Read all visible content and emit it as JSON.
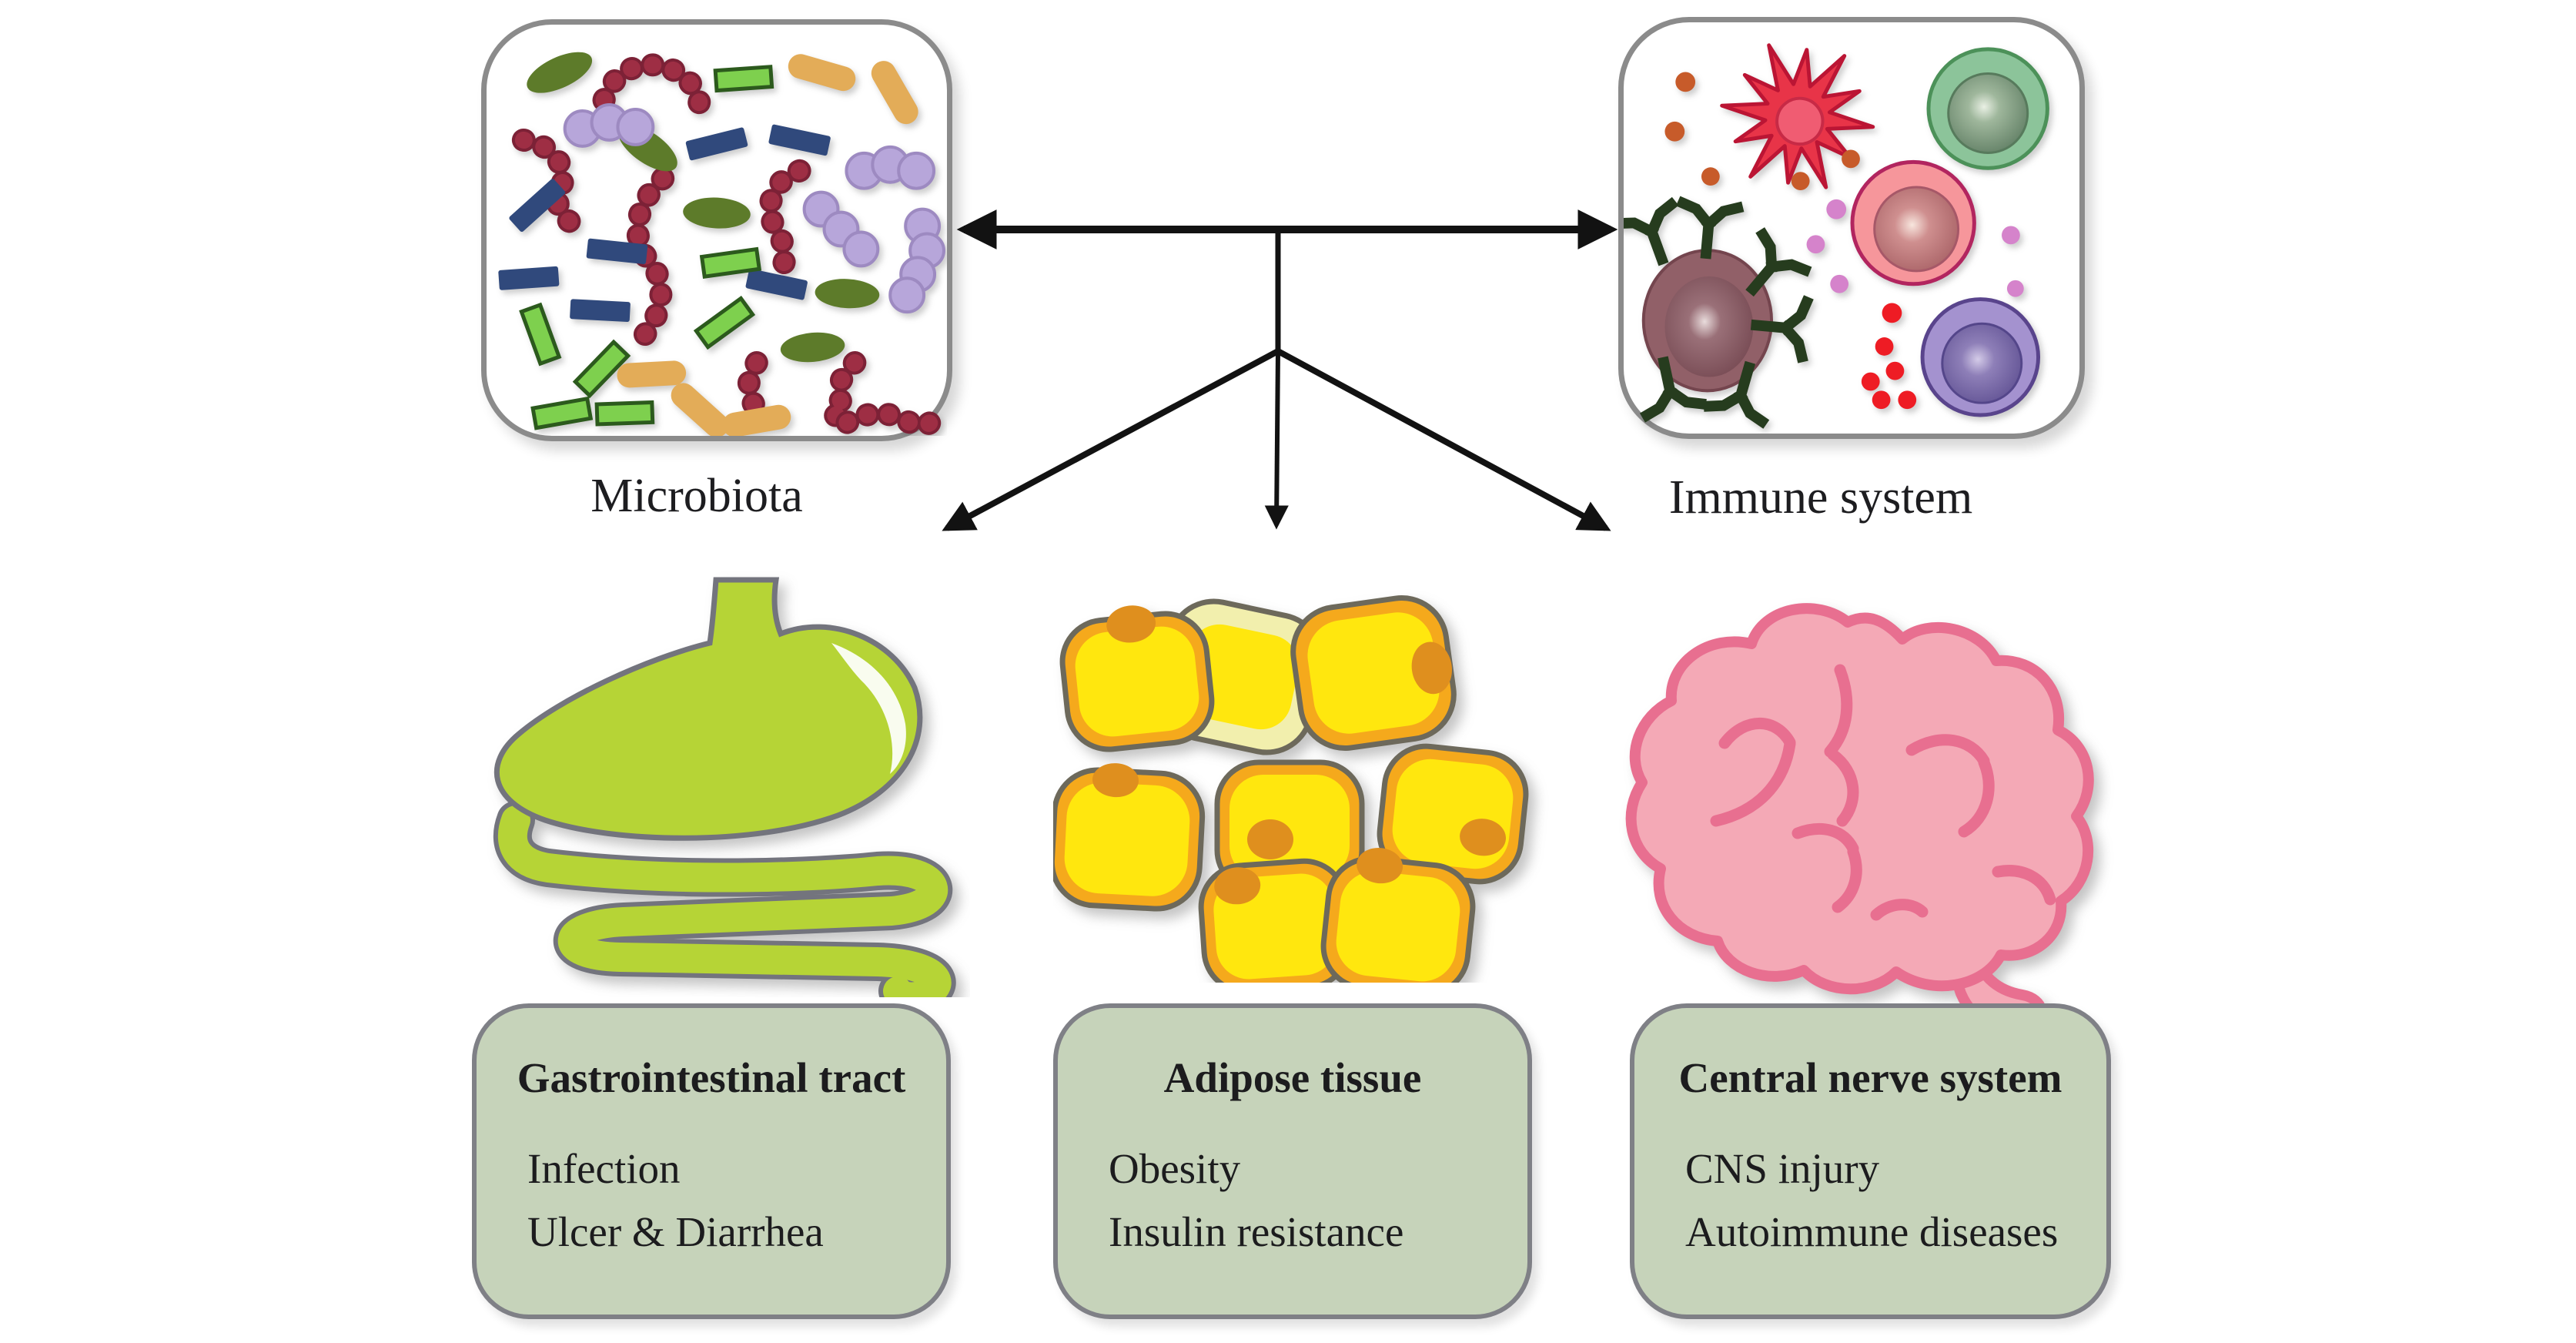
{
  "figure": {
    "top_nodes": {
      "microbiota": {
        "label": "Microbiota",
        "icon": "bacteria-collage-icon"
      },
      "immune": {
        "label": "Immune system",
        "icon": "immune-cells-collage-icon"
      }
    },
    "branches": [
      {
        "title": "Gastrointestinal tract",
        "icon": "stomach-intestine-icon",
        "items": [
          "Infection",
          "Ulcer & Diarrhea"
        ]
      },
      {
        "title": "Adipose tissue",
        "icon": "fat-cell-cluster-icon",
        "items": [
          "Obesity",
          "Insulin resistance"
        ]
      },
      {
        "title": "Central nerve system",
        "icon": "brain-icon",
        "items": [
          "CNS injury",
          "Autoimmune diseases"
        ]
      }
    ],
    "colors": {
      "sage": "#c6d3ba",
      "box-border": "#7f8086",
      "panel-border": "#8b8b8b",
      "arrow": "#121212",
      "text": "#1c1c1e",
      "gi-green": "#b6d436",
      "gi-outline": "#73747d",
      "fat-yellow": "#ffe70e",
      "fat-orange": "#f5a91c",
      "fat-nucleus": "#df8f1e",
      "fat-outline": "#6d695b",
      "brain-pink": "#f4a9b6",
      "brain-outline": "#e86f90",
      "navy": "#30497c",
      "bright-green": "#7ed04e",
      "green-outline": "#2c5a1d",
      "tan": "#e3ac58",
      "olive": "#5d7b2a",
      "lavender": "#b7a6da",
      "maroon": "#9e2e44",
      "red-cell": "#e83448",
      "green-cell": "#8cc49a",
      "pink-cell": "#f6969b",
      "purple-cell": "#a492cf",
      "macrophage": "#916068",
      "antibody": "#263c1e"
    }
  }
}
